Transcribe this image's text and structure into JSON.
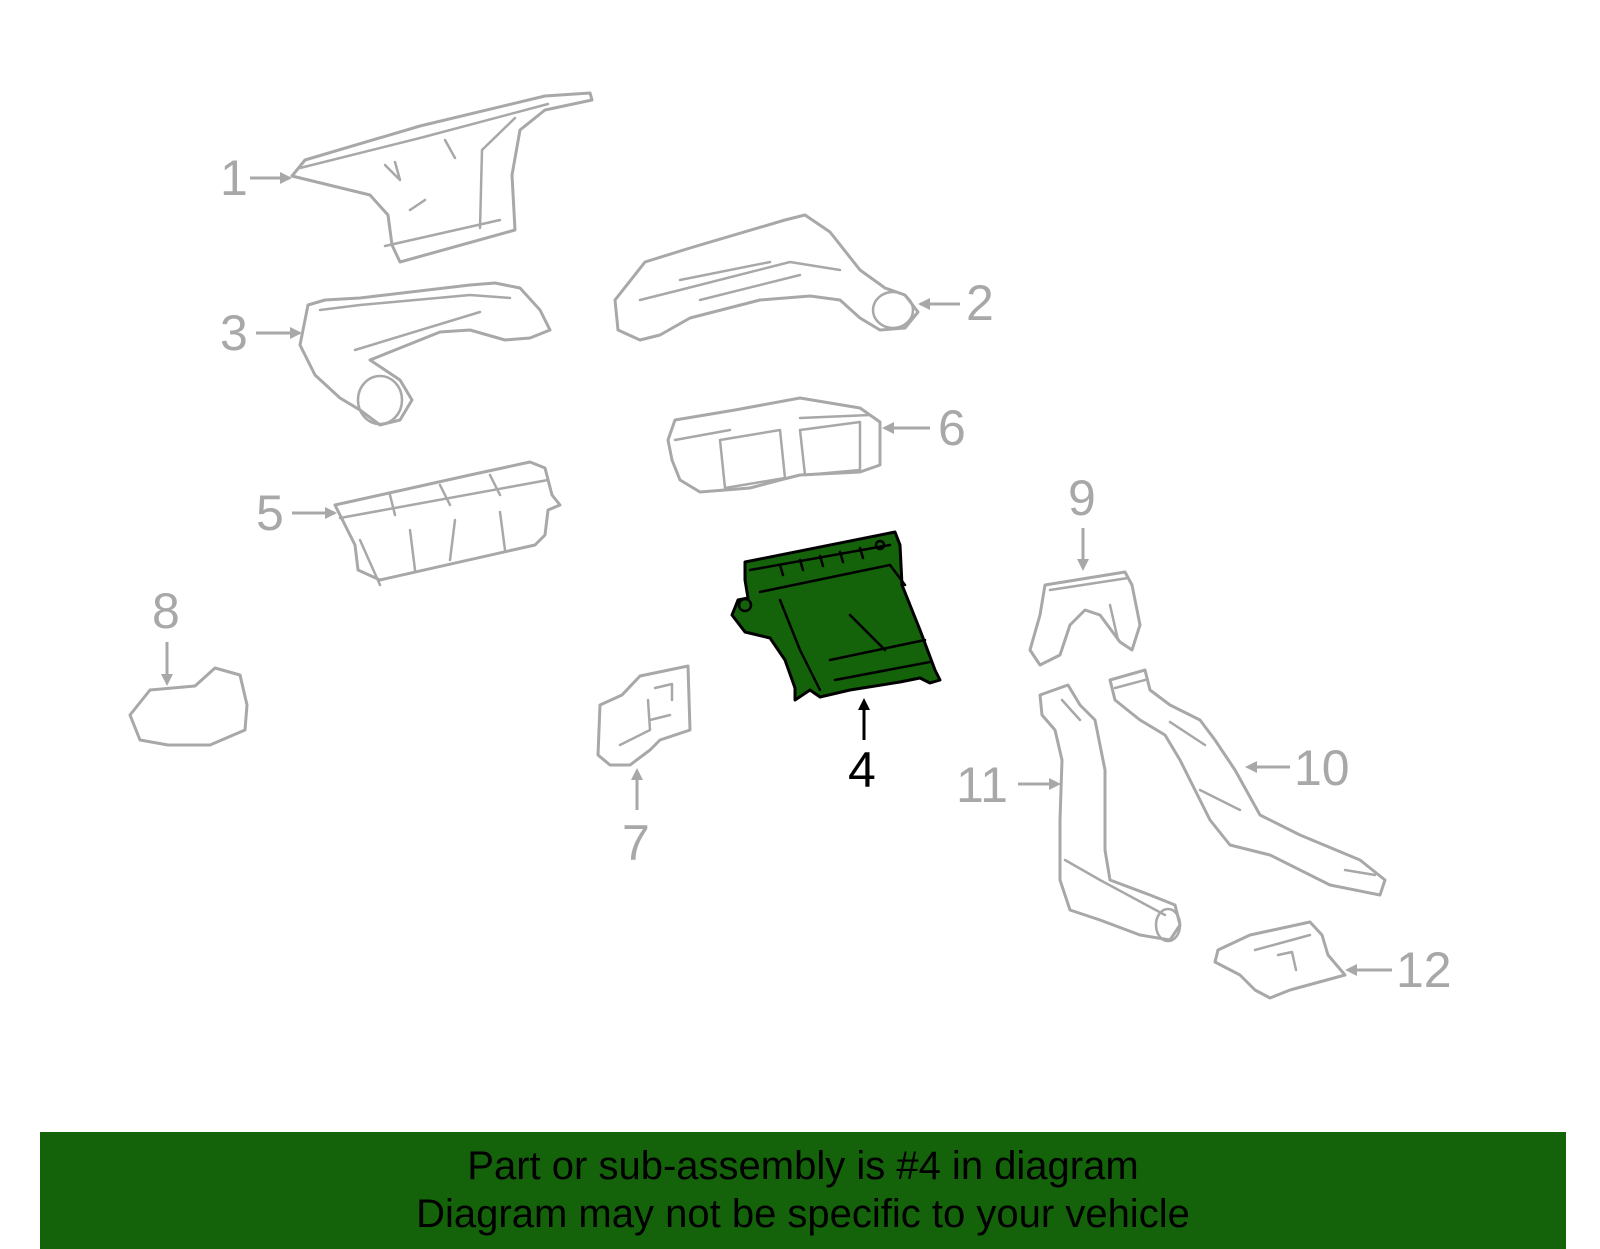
{
  "callouts": {
    "c1": "1",
    "c2": "2",
    "c3": "3",
    "c4": "4",
    "c5": "5",
    "c6": "6",
    "c7": "7",
    "c8": "8",
    "c9": "9",
    "c10": "10",
    "c11": "11",
    "c12": "12"
  },
  "highlighted_part": "4",
  "colors": {
    "highlight": "#14620a",
    "line": "#a8a8a8",
    "banner": "#14620a"
  },
  "banner": {
    "line1": "Part or sub-assembly is #4 in diagram",
    "line2": "Diagram may not be specific to your vehicle"
  }
}
